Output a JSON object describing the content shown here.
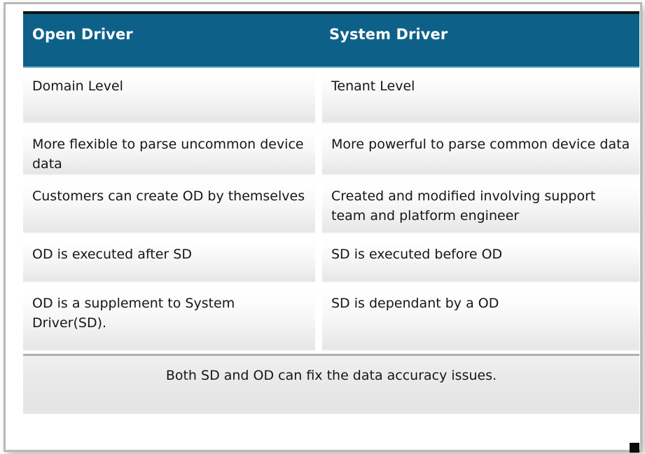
{
  "table": {
    "columns": [
      {
        "key": "open_driver",
        "header": "Open Driver"
      },
      {
        "key": "system_driver",
        "header": "System Driver"
      }
    ],
    "rows": [
      {
        "open_driver": "Domain Level",
        "system_driver": "Tenant Level"
      },
      {
        "open_driver": "More flexible to parse uncommon device data",
        "system_driver": "More powerful to parse common device data"
      },
      {
        "open_driver": "Customers can create OD by themselves",
        "system_driver": "Created and modified involving support team and platform engineer"
      },
      {
        "open_driver": "OD is executed after SD",
        "system_driver": "SD is executed before OD"
      },
      {
        "open_driver": "OD is a supplement to System Driver(SD).",
        "system_driver": "SD is dependant by a OD"
      }
    ],
    "footer": {
      "text": "Both SD and OD can fix the data accuracy issues."
    },
    "colors": {
      "header_background": "#0d6189",
      "header_text": "#ffffff",
      "header_top_rule": "#141414",
      "header_bottom_rule": "#7fb4cc",
      "cell_text": "#161616",
      "cell_gradient_top": "#ffffff",
      "cell_gradient_bottom": "#e6e6e6",
      "footer_gradient_top": "#f0f0f0",
      "footer_gradient_bottom": "#e3e3e3",
      "footer_top_rule": "#b0b0b0",
      "card_background": "#ffffff",
      "frame_shadow": "#b9b9b9"
    }
  }
}
